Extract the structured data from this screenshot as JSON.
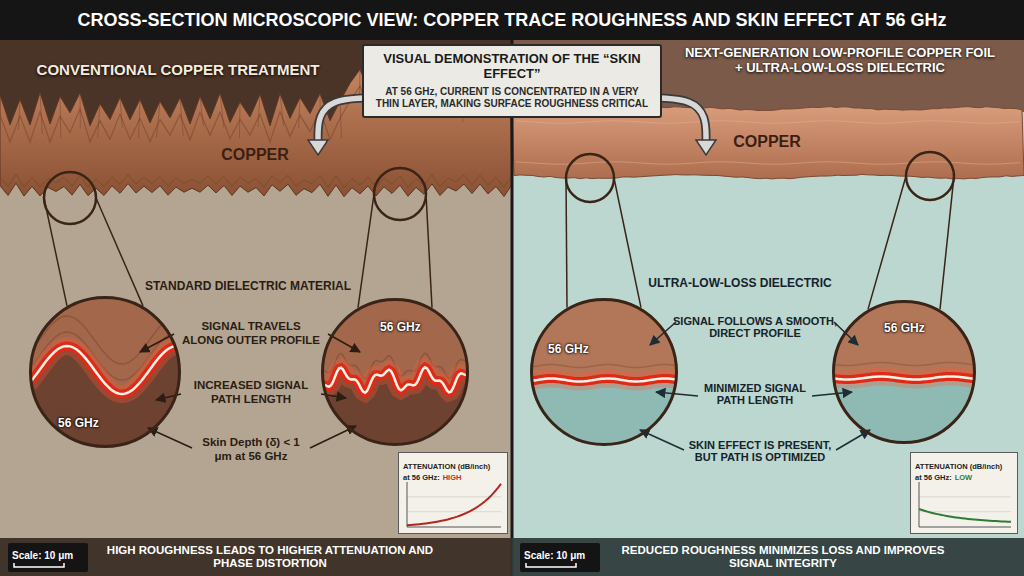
{
  "diagram": {
    "title": "CROSS-SECTION MICROSCOPIC VIEW: COPPER TRACE ROUGHNESS AND SKIN EFFECT AT 56 GHz",
    "nodes": [
      {
        "text": [
          "CONVENTIONAL COPPER TREATMENT"
        ]
      },
      {
        "text": [
          "VISUAL DEMONSTRATION OF THE “SKIN EFFECT”",
          "AT 56 GHz, CURRENT IS CONCENTRATED IN A VERY THIN LAYER, MAKING SURFACE ROUGHNESS CRITICAL"
        ]
      },
      {
        "text": [
          "NEXT-GENERATION LOW-PROFILE COPPER FOIL + ULTRA-LOW-LOSS DIELECTRIC"
        ]
      },
      {
        "text": [
          "56 GHz"
        ],
        "in": 0
      },
      {
        "text": [
          "56 GHz"
        ],
        "in": 0
      },
      {
        "text": [
          "ATTENUATION (dB/inch)",
          "at 56 GHz:",
          "HIGH"
        ],
        "in": 0
      },
      {
        "text": [
          "HIGH ROUGHNESS LEADS TO HIGHER ATTENUATION AND PHASE DISTORTION"
        ],
        "in": 0
      },
      {
        "text": [
          "56 GHz"
        ],
        "in": 2
      },
      {
        "text": [
          "56 GHz"
        ],
        "in": 2
      },
      {
        "text": [
          "ATTENUATION (dB/inch)",
          "at 56 GHz:",
          "LOW"
        ],
        "in": 2
      },
      {
        "text": [
          "REDUCED ROUGHNESS MINIMIZES LOSS AND IMPROVES SIGNAL INTEGRITY"
        ],
        "in": 2
      }
    ],
    "labels": [
      "COPPER",
      "STANDARD DIELECTRIC MATERIAL",
      "SIGNAL TRAVELS ALONG OUTER PROFILE",
      "INCREASED SIGNAL PATH LENGTH",
      "Skin Depth (δ) < 1 μm at 56 GHz",
      "Scale: 10 μm",
      "COPPER",
      "ULTRA-LOW-LOSS DIELECTRIC",
      "SIGNAL FOLLOWS A SMOOTH, DIRECT PROFILE",
      "MINIMIZED SIGNAL PATH LENGTH",
      "SKIN EFFECT IS PRESENT, BUT PATH IS OPTIMIZED",
      "Scale: 10 μm"
    ]
  }
}
